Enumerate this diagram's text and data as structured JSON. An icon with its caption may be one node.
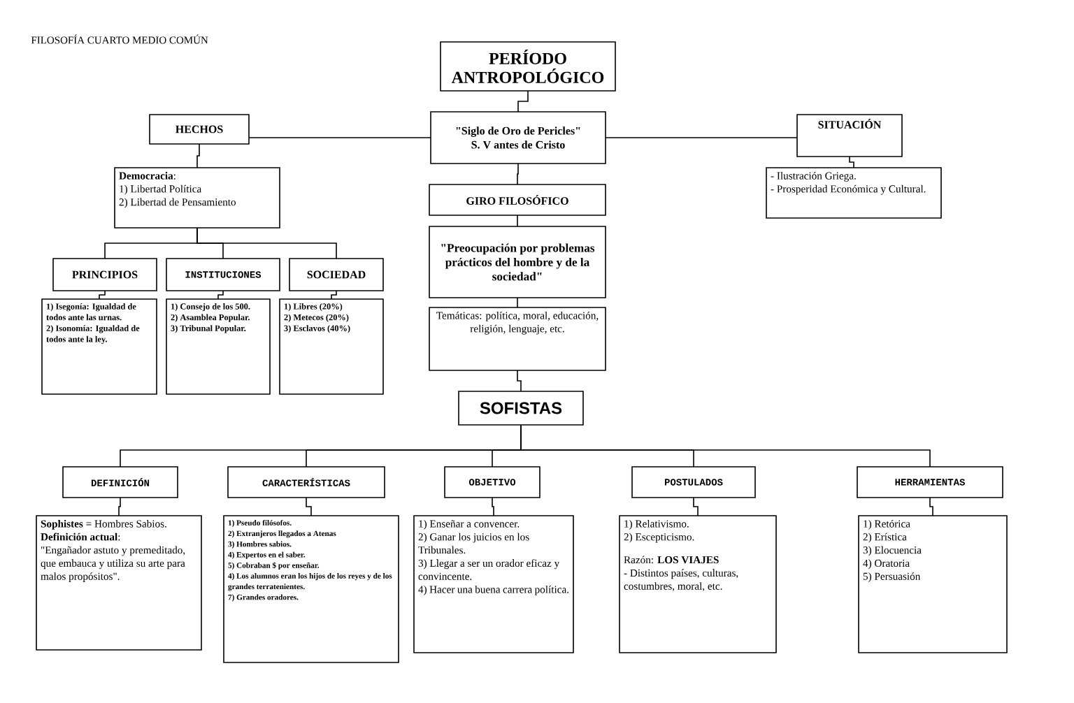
{
  "diagram": {
    "nodes": [
      {
        "text": [
          "PERÍODO ANTROPOLÓGICO"
        ]
      },
      {
        "text": [
          "\"Siglo de Oro de Pericles\"",
          "S. V antes de Cristo"
        ]
      },
      {
        "text": [
          "HECHOS"
        ]
      },
      {
        "text": [
          "SITUACIÓN"
        ]
      },
      {
        "text": [
          "- Ilustración Griega.",
          "- Prosperidad Económica y Cultural."
        ]
      },
      {
        "text": [
          "**Democracia**:",
          "1) Libertad Política",
          "2) Libertad de Pensamiento"
        ]
      },
      {
        "text": [
          "PRINCIPIOS"
        ]
      },
      {
        "text": [
          "INSTITUCIONES"
        ]
      },
      {
        "text": [
          "SOCIEDAD"
        ]
      },
      {
        "text": [
          "1) Isegonía: Igualdad de todos ante las urnas.",
          "2) Isonomía: Igualdad de todos ante la ley."
        ]
      },
      {
        "text": [
          "1) Consejo de los 500.",
          "2) Asamblea Popular.",
          "3) Tribunal Popular."
        ]
      },
      {
        "text": [
          "1) Libres (20%)",
          "2) Metecos (20%)",
          "3) Esclavos (40%)"
        ]
      },
      {
        "text": [
          "GIRO FILOSÓFICO"
        ]
      },
      {
        "text": [
          "\"Preocupación por problemas prácticos del hombre y de la sociedad\""
        ]
      },
      {
        "text": [
          "Temáticas: política, moral, educación, religión, lenguaje, etc."
        ]
      },
      {
        "text": [
          "SOFISTAS"
        ]
      },
      {
        "text": [
          "DEFINICIÓN"
        ]
      },
      {
        "text": [
          "CARACTERÍSTICAS"
        ]
      },
      {
        "text": [
          "OBJETIVO"
        ]
      },
      {
        "text": [
          "POSTULADOS"
        ]
      },
      {
        "text": [
          "HERRAMIENTAS"
        ]
      },
      {
        "text": [
          "**Sophistes** = Hombres Sabios.",
          "**Definición actual**:",
          "\"Engañador astuto y premeditado, que embauca y utiliza su arte para malos propósitos\"."
        ]
      },
      {
        "text": [
          "1) Pseudo filósofos.",
          "2) Extranjeros llegados a Atenas",
          "3) Hombres sabios.",
          "4) Expertos en el saber.",
          "5) Cobraban $ por enseñar.",
          "4) Los alumnos eran los hijos de los reyes y de los grandes terratenientes.",
          "7) Grandes oradores."
        ]
      },
      {
        "text": [
          "1) Enseñar a convencer.",
          "2) Ganar los juicios en los Tribunales.",
          "3) Llegar a ser un orador eficaz y convincente.",
          "4) Hacer una buena carrera política."
        ]
      },
      {
        "text": [
          "1) Relativismo.",
          "2) Escepticismo.",
          "Razón: **LOS VIAJES**",
          "- Distintos países, culturas, costumbres, moral, etc."
        ]
      },
      {
        "text": [
          "1) Retórica",
          "2) Erística",
          "3) Elocuencia",
          "4) Oratoria",
          "5) Persuasión"
        ]
      }
    ],
    "edges": [
      {
        "from": 0,
        "to": 1,
        "arrow": "none"
      },
      {
        "from": 1,
        "to": 2,
        "arrow": "none"
      },
      {
        "from": 1,
        "to": 3,
        "arrow": "none"
      },
      {
        "from": 3,
        "to": 4,
        "arrow": "none"
      },
      {
        "from": 2,
        "to": 5,
        "arrow": "none"
      },
      {
        "from": 5,
        "to": 6,
        "arrow": "none"
      },
      {
        "from": 5,
        "to": 7,
        "arrow": "none"
      },
      {
        "from": 5,
        "to": 8,
        "arrow": "none"
      },
      {
        "from": 6,
        "to": 9,
        "arrow": "none"
      },
      {
        "from": 7,
        "to": 10,
        "arrow": "none"
      },
      {
        "from": 8,
        "to": 11,
        "arrow": "none"
      },
      {
        "from": 1,
        "to": 12,
        "arrow": "none"
      },
      {
        "from": 12,
        "to": 13,
        "arrow": "none"
      },
      {
        "from": 13,
        "to": 14,
        "arrow": "none"
      },
      {
        "from": 14,
        "to": 15,
        "arrow": "none"
      },
      {
        "from": 15,
        "to": 16,
        "arrow": "none"
      },
      {
        "from": 15,
        "to": 17,
        "arrow": "none"
      },
      {
        "from": 15,
        "to": 18,
        "arrow": "none"
      },
      {
        "from": 15,
        "to": 19,
        "arrow": "none"
      },
      {
        "from": 15,
        "to": 20,
        "arrow": "none"
      },
      {
        "from": 16,
        "to": 21,
        "arrow": "none"
      },
      {
        "from": 17,
        "to": 22,
        "arrow": "none"
      },
      {
        "from": 18,
        "to": 23,
        "arrow": "none"
      },
      {
        "from": 19,
        "to": 24,
        "arrow": "none"
      },
      {
        "from": 20,
        "to": 25,
        "arrow": "none"
      }
    ],
    "labels": [
      "FILOSOFÍA CUARTO MEDIO COMÚN"
    ]
  }
}
